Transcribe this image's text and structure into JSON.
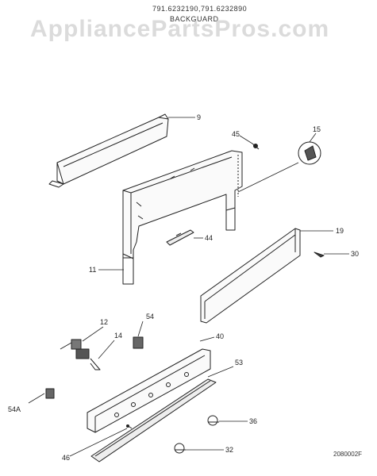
{
  "header": {
    "model_numbers": "791.6232190,791.6232890",
    "section_title": "BACKGUARD"
  },
  "watermark": "AppliancePartsPros.com",
  "diagram_code": "2080002F",
  "callouts": [
    {
      "id": "c9",
      "label": "9"
    },
    {
      "id": "c45",
      "label": "45"
    },
    {
      "id": "c15",
      "label": "15"
    },
    {
      "id": "c44",
      "label": "44"
    },
    {
      "id": "c19",
      "label": "19"
    },
    {
      "id": "c30",
      "label": "30"
    },
    {
      "id": "c11",
      "label": "11"
    },
    {
      "id": "c12",
      "label": "12"
    },
    {
      "id": "c54",
      "label": "54"
    },
    {
      "id": "c14",
      "label": "14"
    },
    {
      "id": "c40",
      "label": "40"
    },
    {
      "id": "c53",
      "label": "53"
    },
    {
      "id": "c54a",
      "label": "54A"
    },
    {
      "id": "c36",
      "label": "36"
    },
    {
      "id": "c46",
      "label": "46"
    },
    {
      "id": "c32",
      "label": "32"
    }
  ]
}
